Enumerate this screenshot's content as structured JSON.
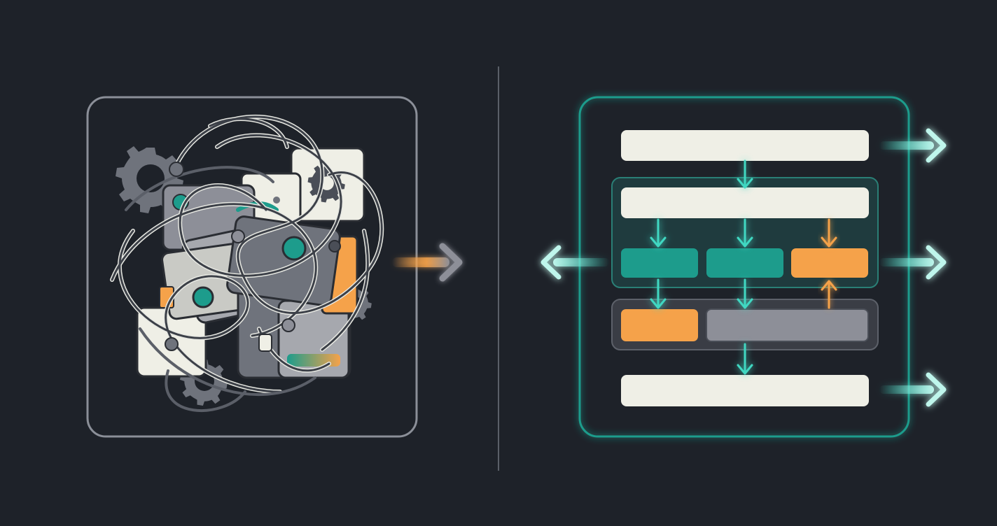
{
  "scene": {
    "description_visible_text": "",
    "colors": {
      "background": "#1e2229",
      "frame_gray": "#8b8f98",
      "divider": "#5a5f68",
      "cream": "#efefe6",
      "teal": "#1d9c8c",
      "teal_glow": "#2fd6bf",
      "orange": "#f5a24a",
      "gray_block": "#8d8f98",
      "dark_gray": "#4a4e57",
      "group_fill_teal": "#1f3b3e",
      "group_fill_gray": "#3a3d45"
    }
  },
  "left_panel": {
    "icons": [
      "gear-icon",
      "gear-icon",
      "gear-icon",
      "cable-tangle",
      "plug-icon"
    ]
  },
  "transition_arrow": {
    "icon": "arrow-right-icon",
    "color": "#f5a24a"
  },
  "right_panel": {
    "rows": [
      {
        "id": "row-1",
        "color": "cream"
      },
      {
        "id": "row-2",
        "color": "cream"
      },
      {
        "id": "row-3",
        "cells": [
          "teal",
          "teal",
          "orange"
        ]
      },
      {
        "id": "row-4",
        "cells": [
          "orange",
          "gray"
        ]
      },
      {
        "id": "row-5",
        "color": "cream"
      }
    ],
    "outputs": [
      "arrow-right-icon",
      "arrow-right-icon",
      "arrow-right-icon",
      "arrow-left-icon"
    ]
  }
}
